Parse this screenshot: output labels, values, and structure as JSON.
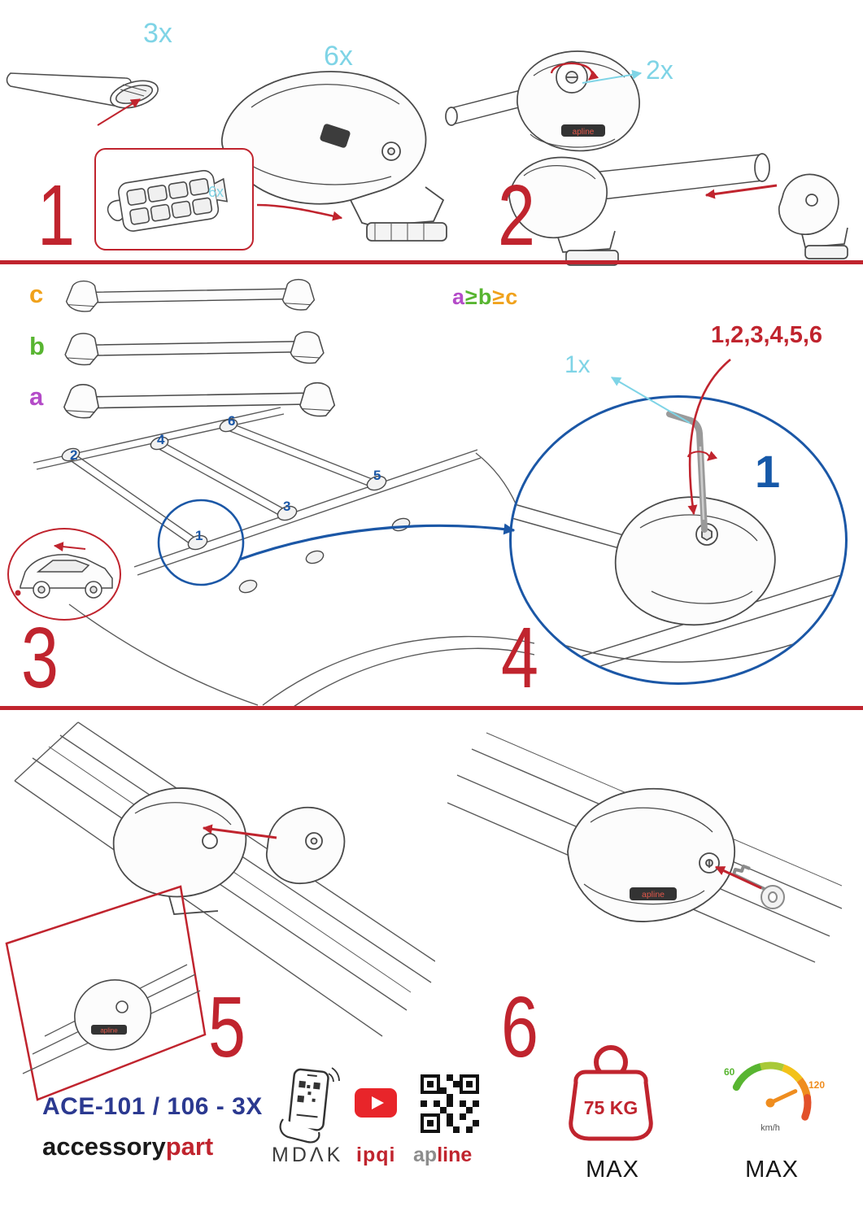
{
  "colors": {
    "red": "#c0242e",
    "cyan": "#7fd4e6",
    "blue": "#1b57a6",
    "navy": "#2b3990",
    "purple": "#b44bc8",
    "green": "#58b531",
    "orange": "#f0a21c"
  },
  "steps": {
    "one": {
      "number": "1",
      "bar_qty": "3x",
      "foot_qty": "6x",
      "pad_qty": "6x"
    },
    "two": {
      "number": "2",
      "cap_qty": "2x"
    },
    "three": {
      "number": "3",
      "bar_a": "a",
      "bar_b": "b",
      "bar_c": "c",
      "formula": {
        "a": "a",
        "gte1": "≥",
        "b": "b",
        "gte2": "≥",
        "c": "c"
      },
      "positions": [
        "1",
        "2",
        "3",
        "4",
        "5",
        "6"
      ]
    },
    "four": {
      "number": "4",
      "sequence": "1,2,3,4,5,6",
      "key_qty": "1x",
      "first": "1"
    },
    "five": {
      "number": "5"
    },
    "six": {
      "number": "6"
    }
  },
  "brand_label": "apline",
  "footer": {
    "product_code": "ACE-101 / 106 - 3X",
    "wordmark": {
      "black": "accessory",
      "red": "part"
    },
    "mdak": "MDΛK",
    "ipqi": "ipqi",
    "apline": {
      "gray": "ap",
      "red": "line"
    },
    "weight": {
      "value": "75 KG",
      "max": "MAX"
    },
    "speedometer": {
      "low": "60",
      "high": "120",
      "unit": "km/h",
      "max": "MAX"
    }
  }
}
